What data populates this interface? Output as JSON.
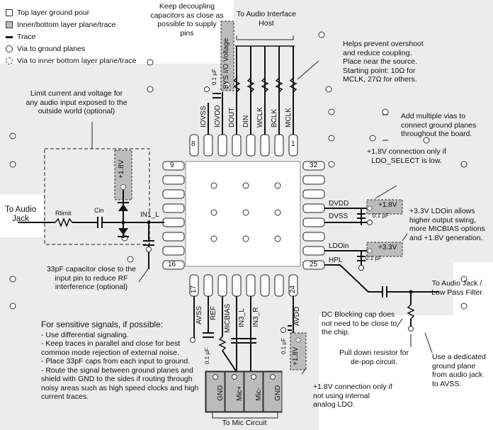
{
  "legend": {
    "top_layer": "Top layer ground pour",
    "inner_bottom": "Inner/bottom layer plane/trace",
    "trace": "Trace",
    "via_ground": "Via to ground planes",
    "via_inner": "Via to inner bottom layer plane/trace"
  },
  "notes": {
    "decoupling": "Keep decoupling capacitors as close as possible to supply pins",
    "audio_host": "To Audio Interface Host",
    "overshoot": "Helps prevent overshoot and reduce coupling. Place near the source. Starting point: 10Ω for MCLK, 27Ω for others.",
    "limit_current": "Limit current and voltage for any audio input exposed to the outside world (optional)",
    "multiple_vias": "Add multiple vias to connect ground planes throughout the board.",
    "ldo_select": "+1.8V connection only if LDO_SELECT is low.",
    "ldoin_note": "+3.3V LDOin allows higher output swing, more MICBIAS options and +1.8V generation.",
    "to_audio_jack": "To Audio Jack",
    "rf_cap": "33pF capacitor close to the input pin to reduce RF interference (optional)",
    "to_audio_jack_lpf": "To Audio Jack / Low Pass Filter",
    "dc_block": "DC Blocking cap does not need to be close to the chip.",
    "pull_down": "Pull down resistor for de-pop circuit.",
    "dedicated_ground": "Use a dedicated ground plane from audio jack to AVSS.",
    "internal_ldo": "+1.8V connection only if not using internal analog LDO.",
    "to_mic": "To Mic Circuit"
  },
  "sensitive": {
    "title": "For sensitive signals, if possible:",
    "items": [
      "- Use differential signaling.",
      "- Keep traces in parallel and close for best common mode rejection of external noise.",
      "- Place 33pF caps from each input to ground.",
      "- Route the signal between ground planes and shield with GND to the sides if routing through noisy areas such as high speed clocks and high current traces."
    ]
  },
  "pins": {
    "top": [
      "IOVSS",
      "IOVDD",
      "DOUT",
      "DIN",
      "WCLK",
      "BCLK",
      "MCLK"
    ],
    "bottom": [
      "AVSS",
      "REF",
      "MICBIAS",
      "IN3_L",
      "IN3_R",
      "AVDD"
    ],
    "num_8": "8",
    "num_1": "1",
    "num_9": "9",
    "num_32": "32",
    "num_16": "16",
    "num_25": "25",
    "num_17": "17",
    "num_24": "24"
  },
  "right_pins": {
    "dvdd": "DVDD",
    "dvss": "DVSS",
    "ldoin": "LDOin",
    "hpl": "HPL"
  },
  "labels": {
    "in1l": "IN1_L",
    "rlimit": "Rlimit",
    "cin": "Cin",
    "sys_io": "SYS I/O Voltage",
    "cap_01": "0.1 µF",
    "v18": "+1.8V",
    "v33": "+3.3V"
  },
  "mic": [
    "GND",
    "Mic+",
    "Mic-",
    "GND"
  ]
}
